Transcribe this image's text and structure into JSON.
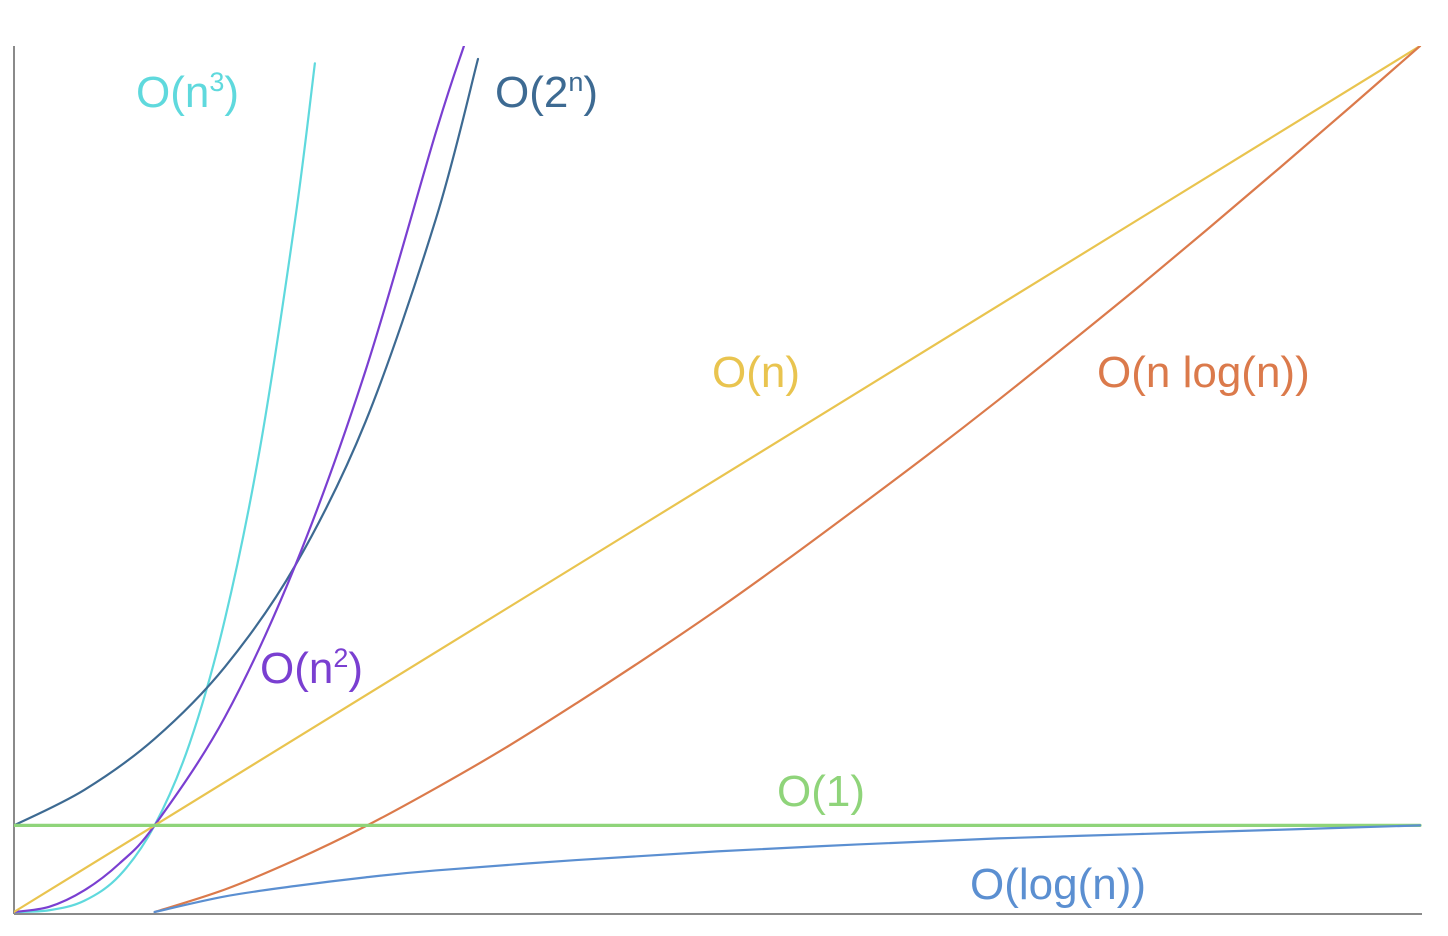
{
  "chart_data": {
    "type": "line",
    "title": "",
    "xlabel": "",
    "ylabel": "",
    "xlim": [
      0,
      10
    ],
    "ylim": [
      0,
      10
    ],
    "grid": false,
    "legend": "inline labels",
    "series": [
      {
        "name": "O(n³)",
        "label": {
          "base": "O(n",
          "sup": "3",
          "tail": ")"
        },
        "color": "#5fd9dd",
        "x": [
          0,
          0.25,
          0.5,
          0.75,
          1.0,
          1.25,
          1.5,
          1.75,
          2.0,
          2.14
        ],
        "y": [
          0,
          0.02,
          0.13,
          0.42,
          1.0,
          1.95,
          3.38,
          5.36,
          8.0,
          9.8
        ]
      },
      {
        "name": "O(2ⁿ)",
        "label": {
          "base": "O(2",
          "sup": "n",
          "tail": ")"
        },
        "color": "#3d6a92",
        "x": [
          0,
          0.5,
          1.0,
          1.5,
          2.0,
          2.5,
          3.0,
          3.3
        ],
        "y": [
          1.0,
          1.41,
          2.0,
          2.83,
          4.0,
          5.66,
          8.0,
          9.85
        ]
      },
      {
        "name": "O(n²)",
        "label": {
          "base": "O(n",
          "sup": "2",
          "tail": ")"
        },
        "color": "#7a3fd1",
        "x": [
          0,
          0.25,
          0.5,
          0.75,
          1.0,
          1.5,
          2.0,
          2.5,
          3.0,
          3.2
        ],
        "y": [
          0,
          0.06,
          0.25,
          0.56,
          1.0,
          2.25,
          4.0,
          6.25,
          9.0,
          10.0
        ]
      },
      {
        "name": "O(n)",
        "label": {
          "base": "O(n)",
          "sup": "",
          "tail": ""
        },
        "color": "#e9c44f",
        "x": [
          0,
          10
        ],
        "y": [
          0,
          10
        ]
      },
      {
        "name": "O(n log(n))",
        "label": {
          "base": "O(n log(n))",
          "sup": "",
          "tail": ""
        },
        "color": "#db7a4b",
        "x": [
          1,
          1.5,
          2,
          2.5,
          3,
          3.5,
          4,
          4.5,
          5,
          5.5,
          6,
          6.5,
          7,
          7.5,
          8,
          8.5,
          9,
          9.5,
          10
        ],
        "y": [
          0,
          0.26,
          0.6,
          0.99,
          1.43,
          1.9,
          2.41,
          2.94,
          3.49,
          4.07,
          4.67,
          5.28,
          5.91,
          6.56,
          7.22,
          7.9,
          8.59,
          9.29,
          10.0
        ]
      },
      {
        "name": "O(1)",
        "label": {
          "base": "O(1)",
          "sup": "",
          "tail": ""
        },
        "color": "#8fd47a",
        "thick": true,
        "x": [
          0,
          10
        ],
        "y": [
          1,
          1
        ]
      },
      {
        "name": "O(log(n))",
        "label": {
          "base": "O(log(n))",
          "sup": "",
          "tail": ""
        },
        "color": "#5b8fd1",
        "x": [
          1,
          1.5,
          2,
          2.5,
          3,
          4,
          5,
          6,
          7,
          8,
          9,
          10
        ],
        "y": [
          0,
          0.18,
          0.3,
          0.4,
          0.48,
          0.6,
          0.7,
          0.78,
          0.85,
          0.9,
          0.95,
          1.0
        ]
      }
    ]
  }
}
